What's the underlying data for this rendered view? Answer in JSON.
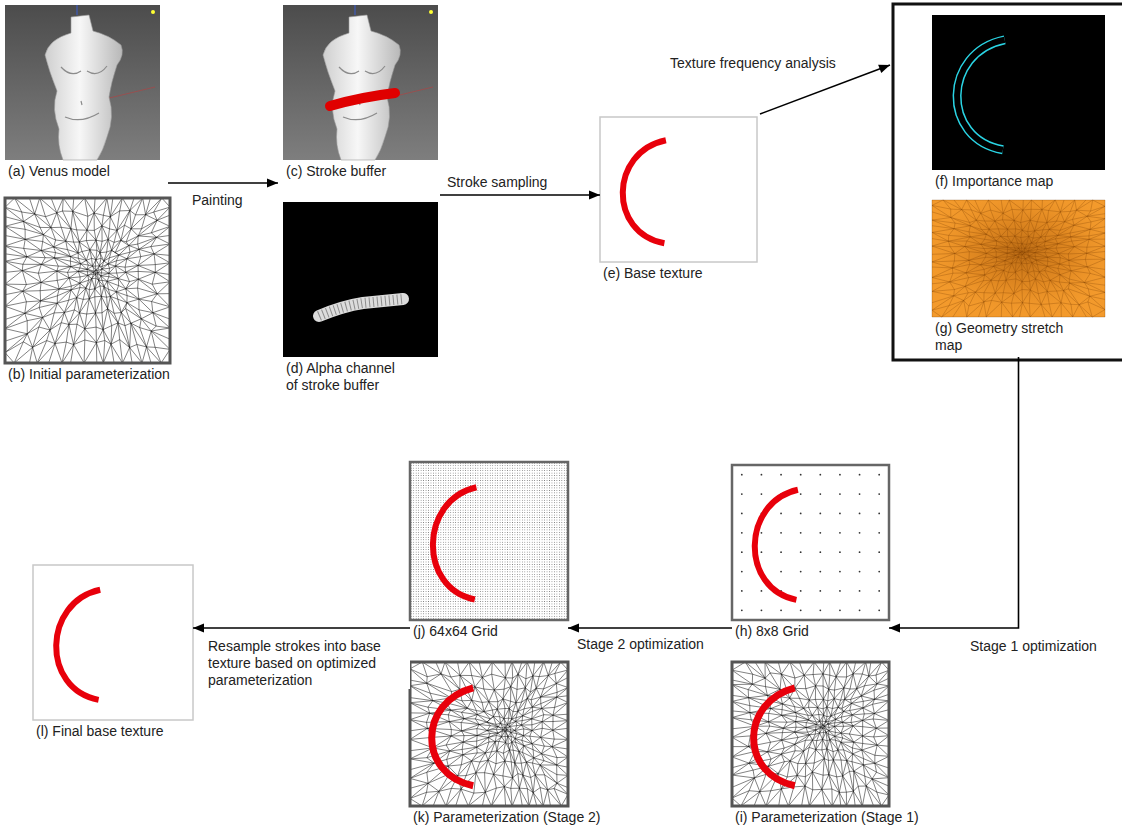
{
  "diagram": {
    "nodes": [
      {
        "text": [
          "(a) Venus model"
        ]
      },
      {
        "text": [
          "(b) Initial parameterization"
        ]
      },
      {
        "text": [
          "(c) Stroke buffer"
        ]
      },
      {
        "text": [
          "(d) Alpha channel of stroke buffer"
        ]
      },
      {
        "text": [
          "(e) Base texture"
        ]
      },
      {
        "text": [
          "(f) Importance map"
        ]
      },
      {
        "text": [
          "(g) Geometry stretch map"
        ]
      },
      {
        "text": [
          "(h) 8x8 Grid"
        ]
      },
      {
        "text": [
          "(i) Parameterization (Stage 1)"
        ]
      },
      {
        "text": [
          "(j) 64x64 Grid"
        ]
      },
      {
        "text": [
          "(k) Parameterization (Stage 2)"
        ]
      },
      {
        "text": [
          "(l) Final base texture"
        ]
      }
    ],
    "edges": [
      {
        "from": 0,
        "to": 2,
        "arrow": "to",
        "label": "Painting"
      },
      {
        "from": 2,
        "to": 4,
        "arrow": "to",
        "label": "Stroke sampling"
      },
      {
        "from": 4,
        "to": 5,
        "arrow": "to",
        "label": "Texture frequency analysis"
      },
      {
        "from": 6,
        "to": 7,
        "arrow": "to",
        "label": "Stage 1 optimization"
      },
      {
        "from": 7,
        "to": 9,
        "arrow": "to",
        "label": "Stage 2 optimization"
      },
      {
        "from": 9,
        "to": 11,
        "arrow": "to",
        "label": "Resample strokes into base texture based on optimized parameterization"
      }
    ]
  }
}
